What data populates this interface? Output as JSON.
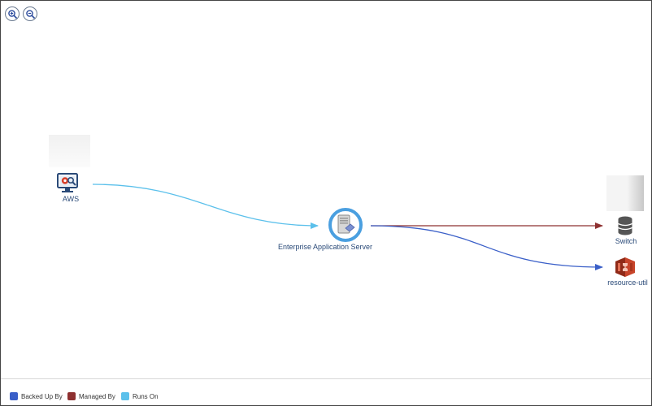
{
  "toolbar": {
    "zoom_in_icon": "zoom-in-icon",
    "zoom_out_icon": "zoom-out-icon"
  },
  "nodes": {
    "aws": {
      "label": "AWS",
      "icon": "monitor-gear-icon"
    },
    "app_server": {
      "label": "Enterprise Application Server",
      "icon": "server-icon"
    },
    "switch": {
      "label": "Switch",
      "icon": "database-icon"
    },
    "resource_util": {
      "label": "resource-util",
      "icon": "aws-s3-icon"
    }
  },
  "legend": [
    {
      "label": "Backed Up By",
      "color": "#3a5fc8"
    },
    {
      "label": "Managed By",
      "color": "#8e3030"
    },
    {
      "label": "Runs On",
      "color": "#5bc0eb"
    }
  ],
  "colors": {
    "backed_up_by": "#3a5fc8",
    "managed_by": "#8e3030",
    "runs_on": "#5bc0eb",
    "label_text": "#2a4a78"
  }
}
